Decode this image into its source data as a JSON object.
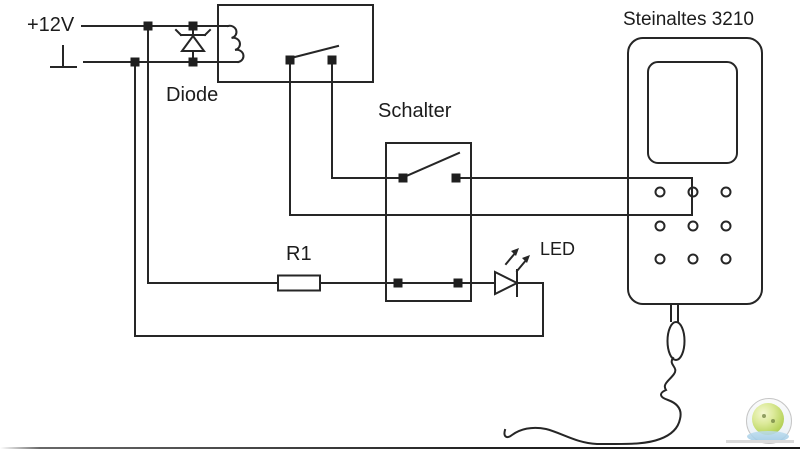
{
  "labels": {
    "supply": "+12V",
    "diode": "Diode",
    "switch": "Schalter",
    "resistor": "R1",
    "led": "LED",
    "device": "Steinaltes 3210"
  },
  "icons": {
    "ground": "ground-symbol",
    "flyback_diode": "zener-diode-symbol",
    "relay_coil": "coil-symbol",
    "relay_contact": "switch-contact-symbol",
    "manual_switch": "switch-contact-symbol",
    "resistor": "box-resistor-symbol",
    "led": "led-diode-with-emission-arrows",
    "phone": "mobile-phone-outline-with-keypad",
    "headset": "plug-and-cable",
    "watermark": "sphere-logo"
  },
  "colors": {
    "line": "#262626",
    "background": "#ffffff",
    "junction": "#1f1f1f",
    "watermark_green": "#b9d45e",
    "watermark_blue": "#9cc8e4",
    "frame_line": "#222222"
  }
}
